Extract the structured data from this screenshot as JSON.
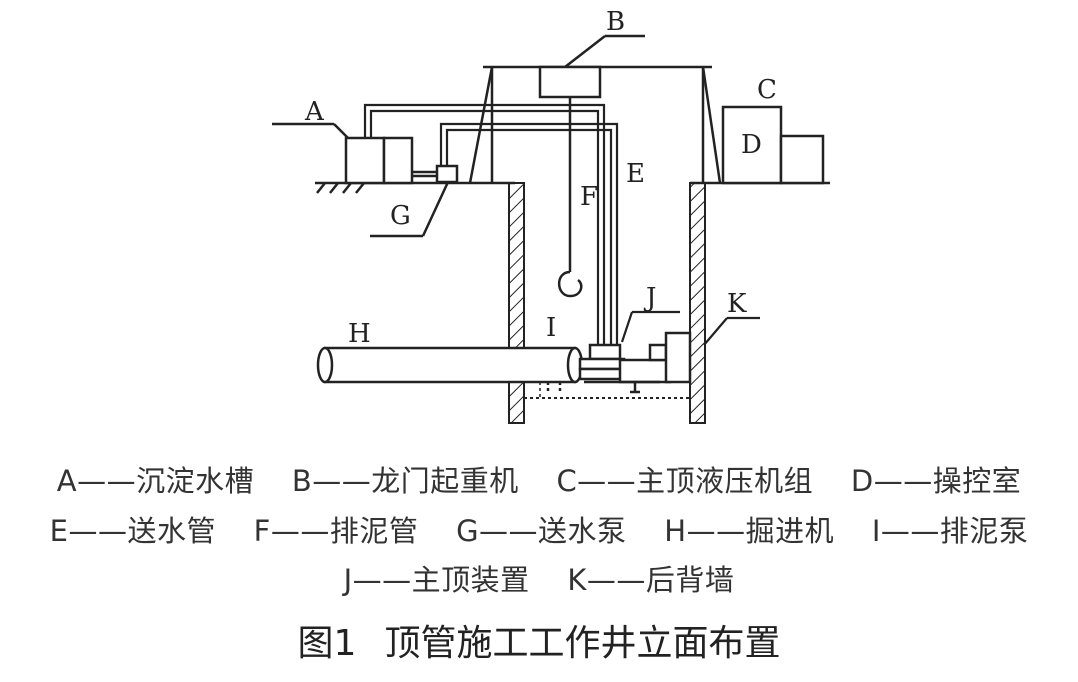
{
  "labels": {
    "A": "A",
    "B": "B",
    "C": "C",
    "D": "D",
    "E": "E",
    "F": "F",
    "G": "G",
    "H": "H",
    "I": "I",
    "J": "J",
    "K": "K"
  },
  "legend": {
    "rows": [
      [
        "A——沉淀水槽",
        "B——龙门起重机",
        "C——主顶液压机组",
        "D——操控室"
      ],
      [
        "E——送水管",
        "F——排泥管",
        "G——送水泵",
        "H——掘进机",
        "I——排泥泵"
      ],
      [
        "J——主顶装置",
        "K——后背墙"
      ]
    ]
  },
  "caption": {
    "number": "图1",
    "title": "顶管施工工作井立面布置"
  }
}
